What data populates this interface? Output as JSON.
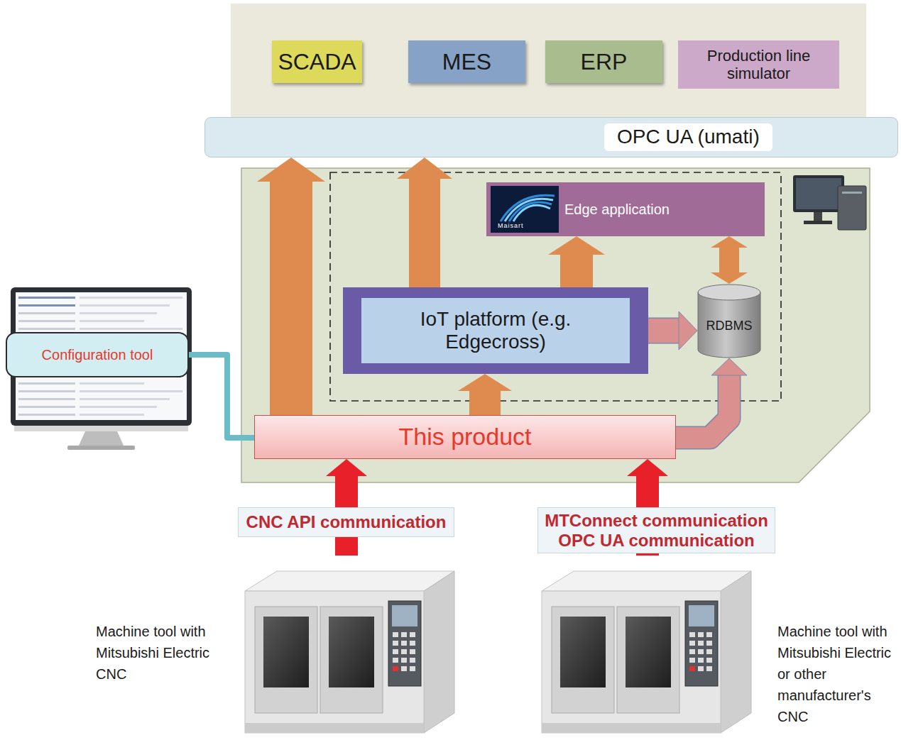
{
  "diagram": {
    "nodes": [
      {
        "text": [
          "SCADA"
        ]
      },
      {
        "text": [
          "MES"
        ]
      },
      {
        "text": [
          "ERP"
        ]
      },
      {
        "text": [
          "Production line simulator"
        ]
      },
      {
        "text": [
          "OPC UA (umati)"
        ]
      },
      {
        "text": [
          "Edge application"
        ]
      },
      {
        "text": [
          "IoT platform (e.g. Edgecross)"
        ]
      },
      {
        "text": [
          "RDBMS"
        ]
      },
      {
        "text": [
          "This product"
        ]
      },
      {
        "text": [
          "Configuration tool"
        ]
      },
      {
        "text": [
          "CNC API communication"
        ]
      },
      {
        "text": [
          "MTConnect communication",
          "OPC UA communication"
        ]
      },
      {
        "text": [
          "Machine tool with Mitsubishi Electric CNC"
        ]
      },
      {
        "text": [
          "Machine tool with Mitsubishi Electric or other manufacturer's CNC"
        ]
      }
    ],
    "edges": [
      {
        "from": 8,
        "to": 4,
        "arrow": "to"
      },
      {
        "from": 6,
        "to": 4,
        "arrow": "to"
      },
      {
        "from": 6,
        "to": 5,
        "arrow": "to"
      },
      {
        "from": 5,
        "to": 7,
        "arrow": "both"
      },
      {
        "from": 6,
        "to": 7,
        "arrow": "to"
      },
      {
        "from": 8,
        "to": 6,
        "arrow": "to"
      },
      {
        "from": 8,
        "to": 7,
        "arrow": "to"
      },
      {
        "from": 9,
        "to": 8,
        "arrow": "none"
      },
      {
        "from": 12,
        "to": 8,
        "arrow": "to"
      },
      {
        "from": 13,
        "to": 8,
        "arrow": "to"
      }
    ],
    "labels": [
      "Maisart"
    ]
  }
}
